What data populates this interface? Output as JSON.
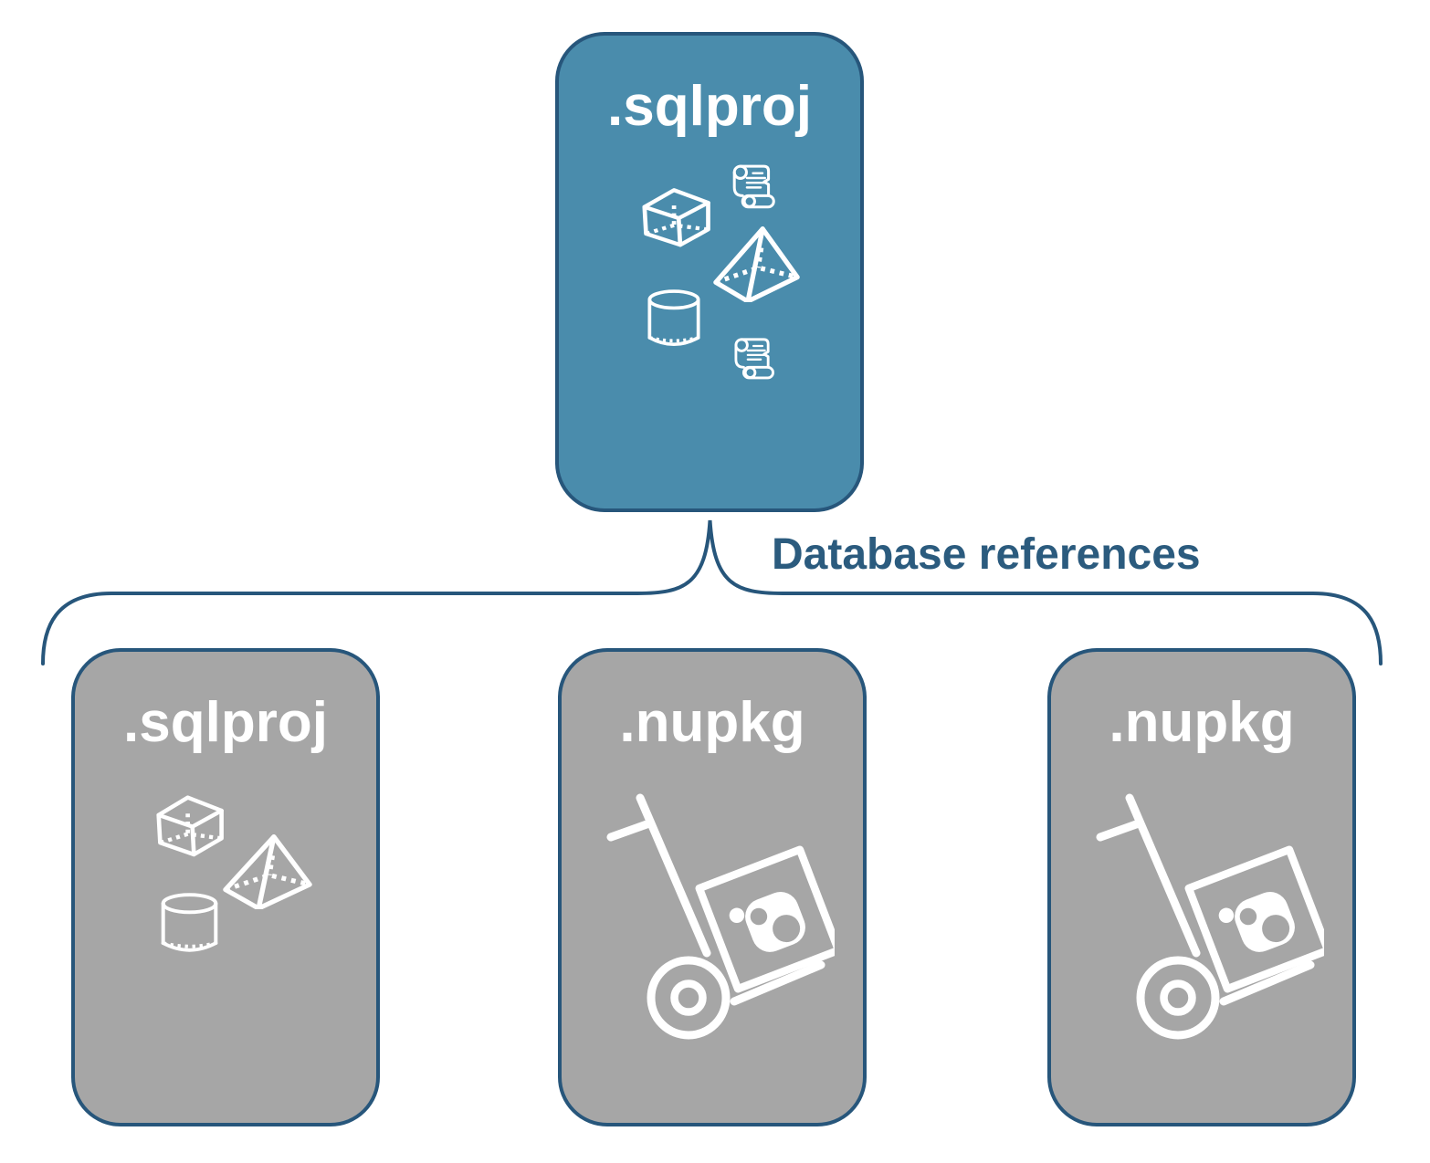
{
  "diagram": {
    "root_card": {
      "label": ".sqlproj",
      "icons": [
        "script-scroll-icon",
        "cube-icon",
        "pyramid-icon",
        "cylinder-icon",
        "script-scroll-icon"
      ]
    },
    "connector": {
      "label": "Database references"
    },
    "child_cards": [
      {
        "label": ".sqlproj",
        "icons": [
          "cube-icon",
          "pyramid-icon",
          "cylinder-icon"
        ]
      },
      {
        "label": ".nupkg",
        "icons": [
          "package-dolly-icon"
        ]
      },
      {
        "label": ".nupkg",
        "icons": [
          "package-dolly-icon"
        ]
      }
    ],
    "colors": {
      "root_fill": "#4A8CAC",
      "child_fill": "#A6A6A6",
      "outline": "#27567B",
      "label_text": "#2B5B7E",
      "icon": "#FFFFFF",
      "background": "#FFFFFF"
    }
  }
}
